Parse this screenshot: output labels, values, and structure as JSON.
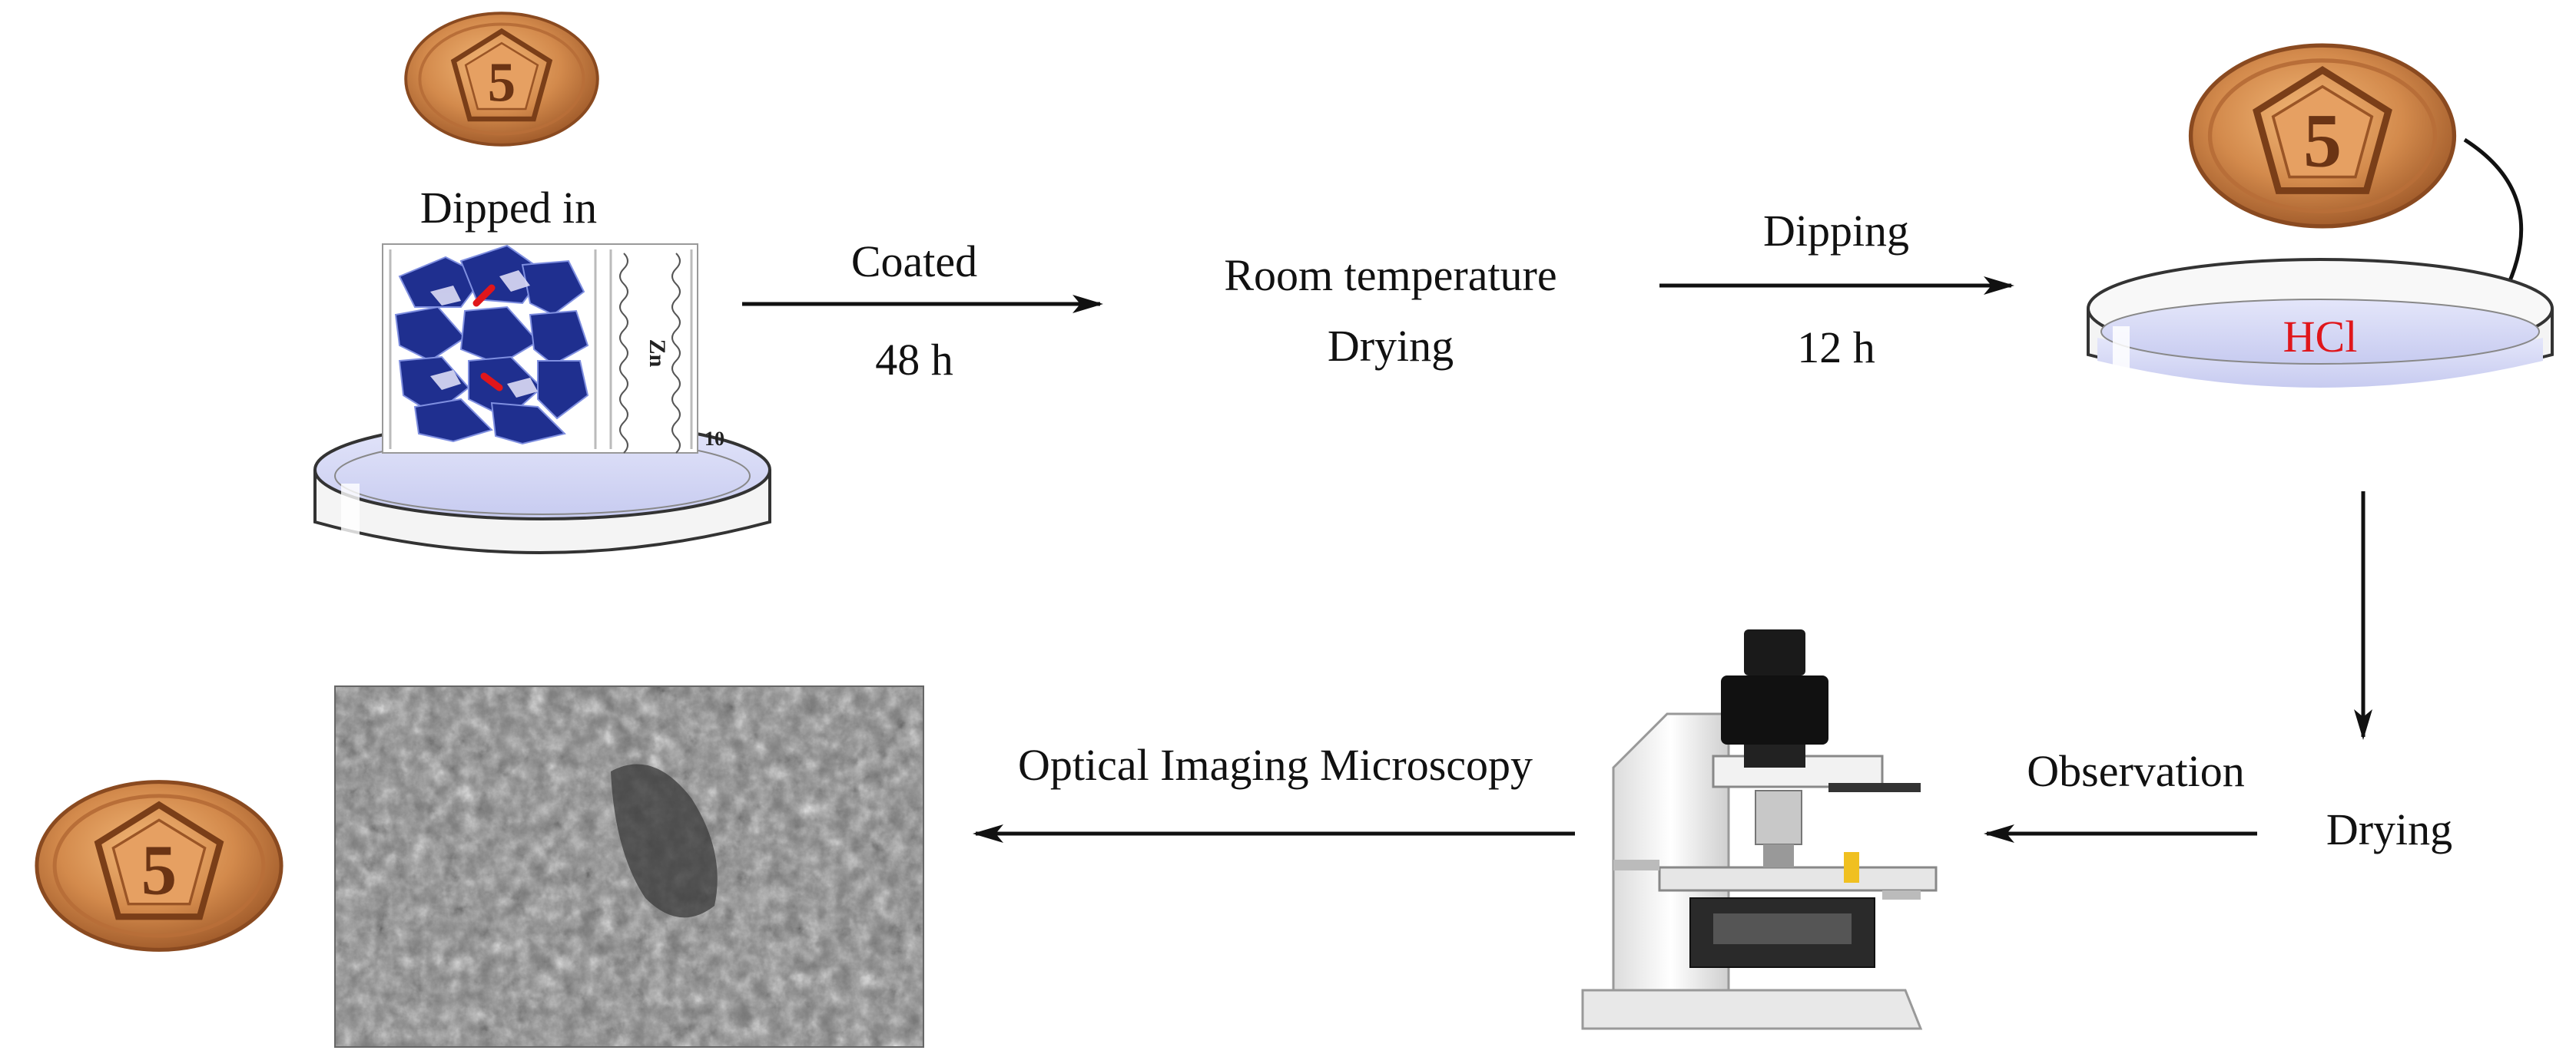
{
  "labels": {
    "dipped_in": "Dipped in",
    "coated": "Coated",
    "time_48h": "48 h",
    "room_temperature": "Room temperature",
    "drying_1": "Drying",
    "dipping": "Dipping",
    "time_12h": "12 h",
    "hcl": "HCl",
    "drying_2": "Drying",
    "observation": "Observation",
    "optical_imaging_microscopy": "Optical Imaging Microscopy",
    "coin_denomination": "5",
    "unit_cell_zn": "Zn",
    "unit_cell_subscript": "10"
  },
  "colors": {
    "coin": "#d38a4c",
    "polyhedra": "#1f2f8f",
    "hcl_text": "#e0161b",
    "arrow": "#111111",
    "liquid": "#cfd3f5"
  },
  "icons": [
    "coin-icon",
    "petri-dish-icon",
    "polyoxometalate-structure-icon",
    "microscope-icon",
    "micrograph-image"
  ]
}
